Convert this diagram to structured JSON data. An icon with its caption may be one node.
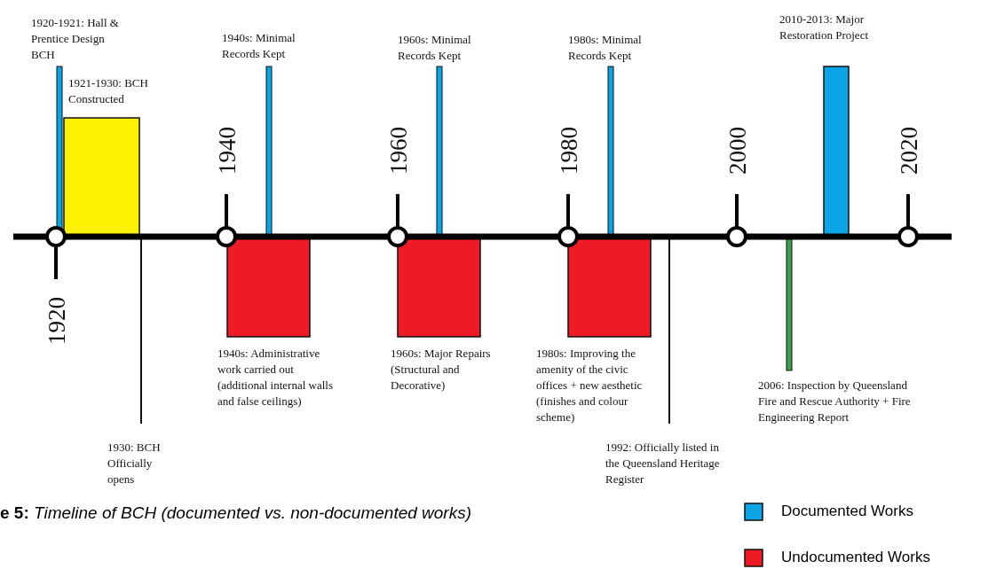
{
  "diagram": {
    "caption": "**e 5:** *Timeline of BCH (documented vs. non-documented works)*",
    "labels": [
      "1920-1921: Hall & Prentice Design BCH",
      "1940s: Minimal Records Kept",
      "1960s: Minimal Records Kept",
      "1980s: Minimal Records Kept",
      "2010-2013: Major Restoration Project",
      "1921-1930: BCH Constructed",
      "1940",
      "1960",
      "1980",
      "2000",
      "2020",
      "1920",
      "1940s: Administrative work carried out (additional internal walls and false ceilings)",
      "1960s: Major Repairs (Structural and Decorative)",
      "1980s: Improving the amenity of the civic offices + new aesthetic (finishes and colour scheme)",
      "2006: Inspection by Queensland Fire and Rescue Authority + Fire Engineering Report",
      "1930: BCH Officially opens",
      "1992: Officially listed in the Queensland Heritage Register"
    ],
    "legend": [
      {
        "text": "Documented Works",
        "color": "#0ba5e6"
      },
      {
        "text": "Undocumented Works",
        "color": "#ed1c24"
      }
    ]
  }
}
